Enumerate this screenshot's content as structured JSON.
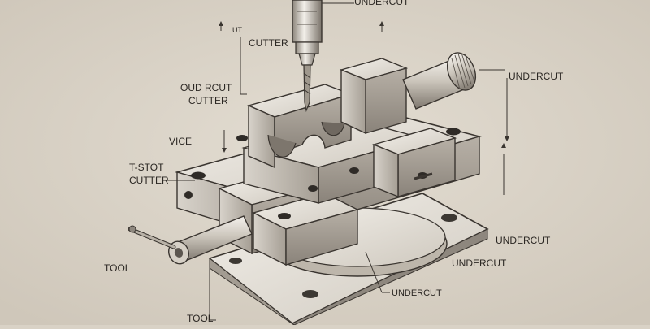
{
  "labels": {
    "top_undercut": "UNDERCUT",
    "cutter_top": "CUTTER",
    "cutter_top_prefix": "UT",
    "undercut_cutter_line1": "OUD RCUT",
    "undercut_cutter_line2": "CUTTER",
    "vice": "VICE",
    "tslot_line1": "T-STOT",
    "tslot_line2": "CUTTER",
    "tool_left": "TOOL",
    "tool_bottom": "TOOL",
    "undercut_right": "UNDERCUT",
    "undercut_lower_right_1": "UNDERCUT",
    "undercut_lower_right_2": "UNDERCUT",
    "undercut_bottom": "UNDERCUT"
  },
  "colors": {
    "background": "#d9d2c6",
    "metal_light": "#ebe7e0",
    "metal_mid": "#c9c3b9",
    "metal_dark": "#8f887f",
    "line": "#3a3530"
  }
}
